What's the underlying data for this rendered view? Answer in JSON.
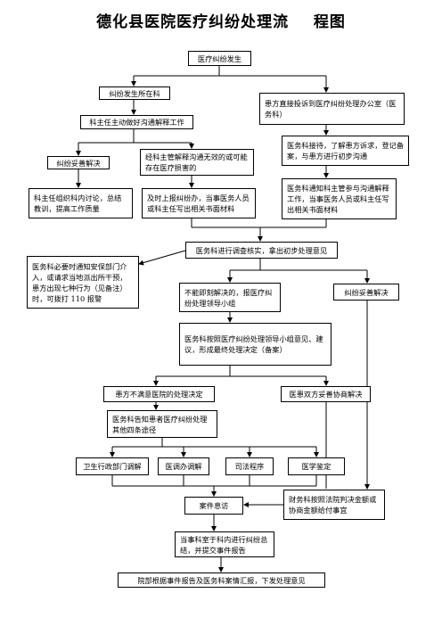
{
  "title": "德化县医院医疗纠纷处理流    程图",
  "nodes": {
    "n1": "医疗纠纷发生",
    "n2": "纠纷发生所在科",
    "n3": "患方直接投诉到医疗纠纷处理办公室（医务科）",
    "n4": "科主任主动做好沟通解释工作",
    "n5": "医务科接待，了解患方诉求，登记备案，与患方进行初步沟通",
    "n6": "纠纷妥善解决",
    "n7": "经科主管解释沟通无效的或可能存在医疗损害的",
    "n8": "医务科通知科主管参与沟通解释工作，当事医务人员或科主任写出相关书面材料",
    "n9": "科主任组织科内讨论，总结教训，提高工作质量",
    "n10": "及时上报纠纷办，当事医务人员或科主任写出相关书面材料",
    "n11": "医务科进行调查核实，拿出初步处理意见",
    "n12": "医务科必要时通知安保部门介入，或请求当地派出所干预，患方出现七种行为（见备注）时，可拨打 110 报警",
    "n13": "不能即刻解决的，报医疗纠纷处理领导小组",
    "n14": "纠纷妥善解决",
    "n15": "医务科按照医疗纠纷处理领导小组意见、建议，形成最终处理决定（备案）",
    "n16": "患方不满意医院的处理决定",
    "n17": "医患双方妥善协商解决",
    "n18": "医务科告知患者医疗纠纷处理其他四条途径",
    "n19": "卫生行政部门调解",
    "n20": "医调办调解",
    "n21": "司法程序",
    "n22": "医学鉴定",
    "n23": "案件息访",
    "n24": "财务科按照法院判决金额或协商金额给付事宜",
    "n25": "当事科室于科内进行纠纷总结，并提交事件报告",
    "n26": "院部根据事件报告及医务科案情汇报，下发处理意见"
  }
}
